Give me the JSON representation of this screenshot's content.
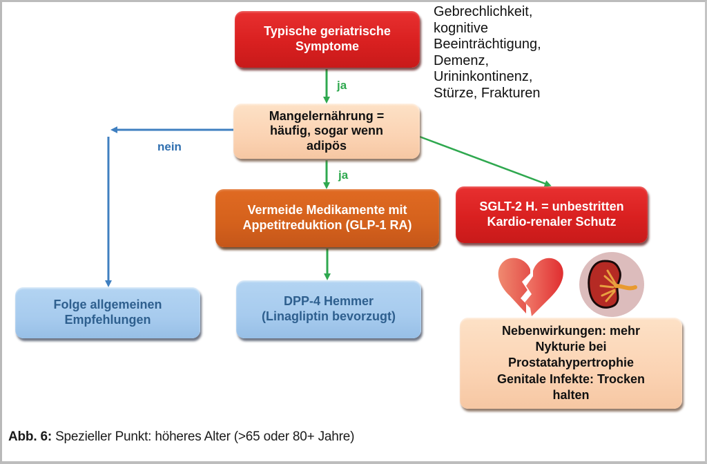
{
  "boxes": {
    "geriatric_symptoms": "Typische geriatrische\nSymptome",
    "malnutrition": "Mangelernährung =\nhäufig, sogar wenn\nadipös",
    "avoid_medication": "Vermeide Medikamente mit\nAppetitreduktion (GLP-1 RA)",
    "sglt2": "SGLT-2 H. = unbestritten\nKardio-renaler Schutz",
    "general_recommendations": "Folge allgemeinen\nEmpfehlungen",
    "dpp4": "DPP-4 Hemmer\n(Linagliptin bevorzugt)",
    "side_effects": "Nebenwirkungen: mehr\nNykturie bei\nProstatahypertrophie\nGenitale Infekte: Trocken\nhalten"
  },
  "symptom_list": "Gebrechlichkeit,\nkognitive\nBeeinträchtigung,\nDemenz,\nUrininkontinenz,\nStürze, Frakturen",
  "edge_labels": {
    "ja_1": "ja",
    "ja_2": "ja",
    "nein": "nein"
  },
  "icons": {
    "heart": "broken-heart-icon",
    "kidney": "kidney-icon"
  },
  "colors": {
    "red_box": "#dc2323",
    "peach_box": "#fbd3b3",
    "orange_box": "#d4611c",
    "blue_box": "#a7cbee",
    "ja_arrow": "#2fa84f",
    "nein_arrow": "#3f7fc0"
  },
  "caption": {
    "label": "Abb. 6:",
    "text": " Spezieller Punkt: höheres Alter (>65 oder 80+ Jahre)"
  }
}
